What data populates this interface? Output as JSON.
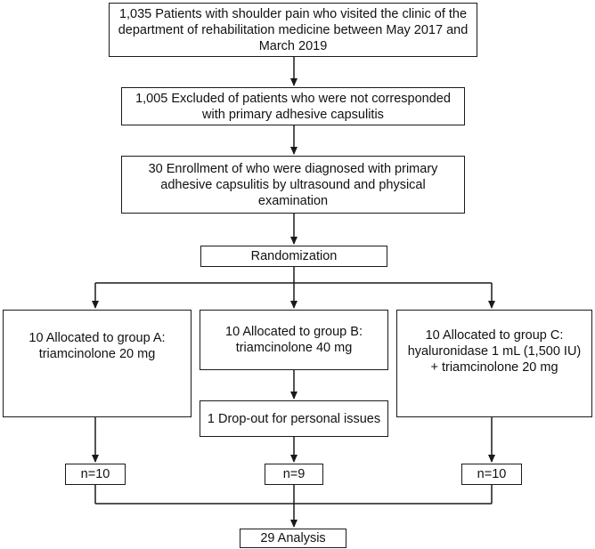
{
  "flowchart": {
    "screening": "1,035 Patients with shoulder pain who visited the clinic of the department of rehabilitation medicine between May 2017 and March 2019",
    "excluded": "1,005 Excluded of patients who were not corresponded with primary adhesive capsulitis",
    "enrollment": "30 Enrollment of who were diagnosed with primary adhesive capsulitis by ultrasound and physical examination",
    "randomization": "Randomization",
    "group_a": "10 Allocated to group A: triamcinolone 20 mg",
    "group_b": "10 Allocated to group B: triamcinolone 40 mg",
    "group_c": "10 Allocated to group C: hyaluronidase 1 mL (1,500 IU) + triamcinolone 20 mg",
    "dropout_b": "1 Drop-out for personal issues",
    "n_a": "n=10",
    "n_b": "n=9",
    "n_c": "n=10",
    "analysis": "29 Analysis"
  }
}
